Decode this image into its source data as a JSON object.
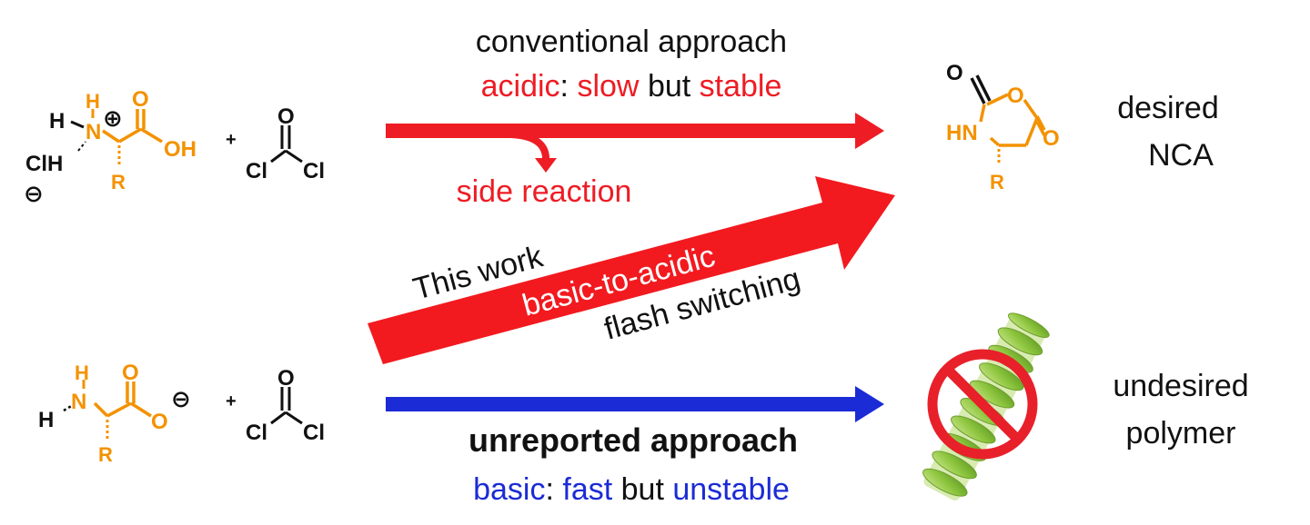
{
  "colors": {
    "black": "#111111",
    "orange": "#f39200",
    "red": "#ee1c24",
    "blue": "#1b2bd6",
    "purple": "#7a1fc7",
    "helix_green": "#8ec63f",
    "forbidden_red": "#e8202a"
  },
  "top_text": {
    "line1": "conventional approach",
    "acidic": "acidic",
    "colon": ":",
    "slow": "slow",
    "but": "but",
    "stable": "stable",
    "side_reaction": "side reaction"
  },
  "bottom_text": {
    "line1": "unreported approach",
    "basic": "basic",
    "colon": ":",
    "fast": "fast",
    "but": "but",
    "unstable": "unstable"
  },
  "middle_text": {
    "this_work": "This work",
    "basic_to_acidic": "basic-to-acidic",
    "flash_switching": "flash switching"
  },
  "outcomes": {
    "desired_line1": "desired",
    "desired_line2": "NCA",
    "undesired_line1": "undesired",
    "undesired_line2": "polymer"
  },
  "molecules": {
    "ammonium_salt": {
      "H_left": "H",
      "N": "N",
      "H_top": "H",
      "plus": "⊕",
      "O_top": "O",
      "OH": "OH",
      "R": "R",
      "ClH": "ClH",
      "minus": "⊖"
    },
    "carboxylate": {
      "H_top": "H",
      "N": "N",
      "H_left": "H",
      "O_top": "O",
      "O_right": "O",
      "minus": "⊖",
      "R": "R"
    },
    "phosgene": {
      "plus": "+",
      "O": "O",
      "Cl_left": "Cl",
      "Cl_right": "Cl"
    },
    "nca": {
      "O_exo_top": "O",
      "O_ring": "O",
      "HN": "HN",
      "O_exo_right": "O",
      "R": "R"
    }
  }
}
